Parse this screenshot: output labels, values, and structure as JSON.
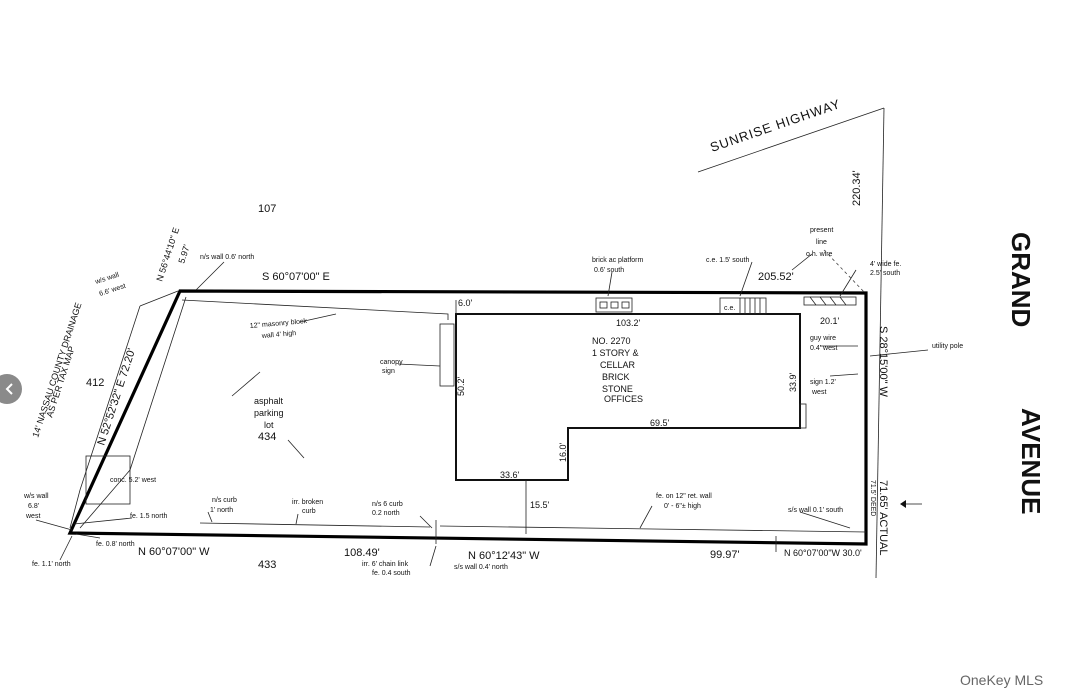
{
  "streets": {
    "sunrise": "SUNRISE HIGHWAY",
    "grand_1": "GRAND",
    "grand_2": "AVENUE"
  },
  "bearings": {
    "north_line": "S 60°07'00\" E",
    "east_line": "S 28°15'00\" W",
    "south_line_west": "N 60°07'00\" W",
    "south_line_mid": "N 60°12'43\" W",
    "south_line_east": "N 60°07'00\"W 30.0'",
    "west_line": "N 52°52'32\" E 72.20'",
    "nw_corner": "N 56°44'10\" E",
    "nw_corner_len": "5.97'"
  },
  "distances": {
    "north": "205.52'",
    "grand_ave": "220.34'",
    "south_west": "108.49'",
    "south_east": "99.97'",
    "east_actual": "71.65' ACTUAL",
    "east_deed": "71.5' DEED"
  },
  "lots": {
    "north": "107",
    "west": "412",
    "south": "433",
    "parking": "434"
  },
  "drainage": {
    "line1": "14' NASSAU COUNTY DRAINAGE",
    "line2": "AS PER TAX MAP"
  },
  "building": {
    "line1": "NO. 2270",
    "line2": "1 STORY &",
    "line3": "CELLAR",
    "line4": "BRICK",
    "line5": "STONE",
    "line6": "OFFICES",
    "dim_top": "103.2'",
    "dim_nw": "6.0'",
    "dim_ne": "20.1'",
    "dim_west": "50.2'",
    "dim_east": "33.9'",
    "dim_mid": "69.5'",
    "dim_notch": "16.0'",
    "dim_bottom": "33.6'",
    "dim_setback": "15.5'"
  },
  "parking": {
    "line1": "asphalt",
    "line2": "parking",
    "line3": "lot"
  },
  "notes": {
    "ns_wall_north": "n/s wall 0.6' north",
    "ws_wall_west": "w/s wall",
    "ws_wall_west_2": "6.6' west",
    "masonry_1": "12\" masonry block",
    "masonry_2": "wall 4' high",
    "canopy_1": "canopy",
    "canopy_2": "sign",
    "brick_ac_1": "brick ac platform",
    "brick_ac_2": "0.6' south",
    "ce_south": "c.e. 1.5' south",
    "present_line_1": "present",
    "present_line_2": "line",
    "oh_wire": "o.h. wire",
    "wide_fe_1": "4' wide fe.",
    "wide_fe_2": "2.5' south",
    "ce_box": "c.e.",
    "guy_wire_1": "guy wire",
    "guy_wire_2": "0.4' west",
    "utility_pole": "utility pole",
    "sign_1": "sign 1.2'",
    "sign_2": "west",
    "conc": "conc. 5.2' west",
    "ws_wall_sw_1": "w/s wall",
    "ws_wall_sw_2": "6.8'",
    "ws_wall_sw_3": "west",
    "fe_15": "fe. 1.5 north",
    "fe_08": "fe. 0.8' north",
    "fe_11": "fe. 1.1' north",
    "ns_curb_1": "n/s curb",
    "ns_curb_2": "1' north",
    "irr_curb_1": "irr. broken",
    "irr_curb_2": "curb",
    "ns6_curb_1": "n/s 6 curb",
    "ns6_curb_2": "0.2 north",
    "chain_1": "irr. 6' chain link",
    "chain_2": "fe. 0.4 south",
    "ss_wall": "s/s wall 0.4' north",
    "ret_wall_1": "fe. on 12\" ret. wall",
    "ret_wall_2": "0' - 6\"± high",
    "sa_wall": "s/s wall 0.1' south"
  },
  "watermark": "OneKey MLS",
  "nav": {
    "prev_icon": "chevron-left-icon"
  }
}
